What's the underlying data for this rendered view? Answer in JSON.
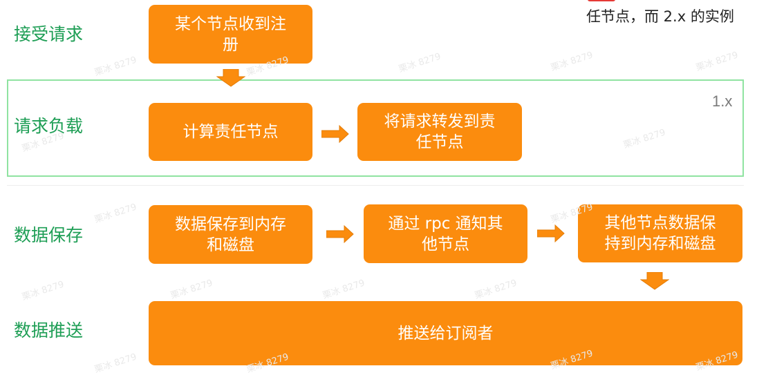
{
  "stages": {
    "accept": "接受请求",
    "load": "请求负载",
    "save": "数据保存",
    "push": "数据推送"
  },
  "boxes": {
    "receive_line1": "某个节点收到注",
    "receive_line2": "册",
    "compute": "计算责任节点",
    "forward_line1": "将请求转发到责",
    "forward_line2": "任节点",
    "save_line1": "数据保存到内存",
    "save_line2": "和磁盘",
    "notify_line1": "通过 rpc 通知其",
    "notify_line2": "他节点",
    "others_line1": "其他节点数据保",
    "others_line2": "持到内存和磁盘",
    "push": "推送给订阅者"
  },
  "version_label": "1.x",
  "note_text": "任节点，而 2.x 的实例",
  "watermark_text": "栗冰 8279",
  "colors": {
    "box": "#fb8c0e",
    "stage_text": "#1e9e55",
    "frame": "#8fe3a1",
    "note_red": "#e53935"
  }
}
